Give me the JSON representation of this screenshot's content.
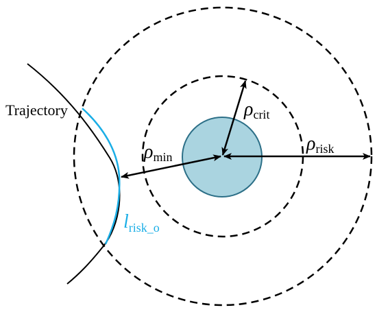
{
  "labels": {
    "trajectory": "Trajectory",
    "rho": "ρ",
    "rho_crit_sub": "crit",
    "rho_risk_sub": "risk",
    "rho_min_sub": "min",
    "l": "l",
    "l_sub": "risk_o"
  },
  "colors": {
    "line": "#000000",
    "arc_highlight": "#1aaee6",
    "obstacle_fill": "#aad4e0",
    "obstacle_stroke": "#2c6f87"
  }
}
